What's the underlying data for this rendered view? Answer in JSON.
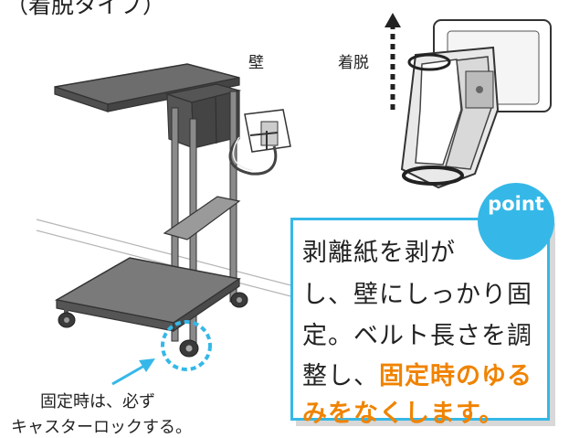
{
  "header": {
    "text": "（着脱タイプ）"
  },
  "labels": {
    "wall": "壁",
    "detach": "着脱"
  },
  "caption": {
    "line1": "固定時は、必ず",
    "line2": "キャスターロックする。"
  },
  "point": {
    "badge": "point",
    "line1": "剥離紙を剥が",
    "line2": "し、壁にしっかり固",
    "line3": "定。ベルト長さを調",
    "line4_plain": "整し、",
    "line4_highlight": "固定時のゆる",
    "line5_highlight": "みをなくします。"
  },
  "colors": {
    "accent": "#35b8e8",
    "highlight": "#f08300",
    "cart_dark": "#5a5a5a",
    "cart_mid": "#7d7d7d"
  }
}
